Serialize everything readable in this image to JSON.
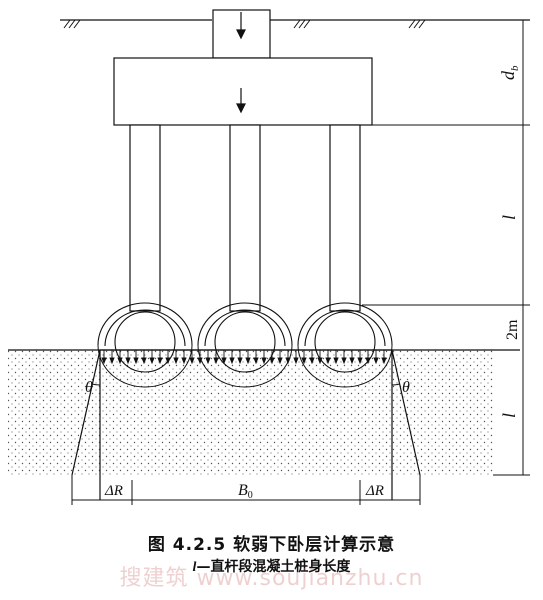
{
  "labels": {
    "db": "d",
    "db_sub": "b",
    "l_upper": "l",
    "two_m": "2m",
    "l_lower": "l",
    "theta_left": "θ",
    "theta_right": "θ",
    "delta_r_left": "ΔR",
    "b0": "B",
    "b0_sub": "0",
    "delta_r_right": "ΔR"
  },
  "caption": {
    "title": "图 4.2.5   软弱下卧层计算示意",
    "sub_italic": "l",
    "sub_text": "—直杆段混凝土桩身长度"
  },
  "watermark": "搜建筑 www.soujianzhu.cn",
  "colors": {
    "line": "#111111",
    "soil_dot": "#555555",
    "watermark": "#d27878"
  }
}
